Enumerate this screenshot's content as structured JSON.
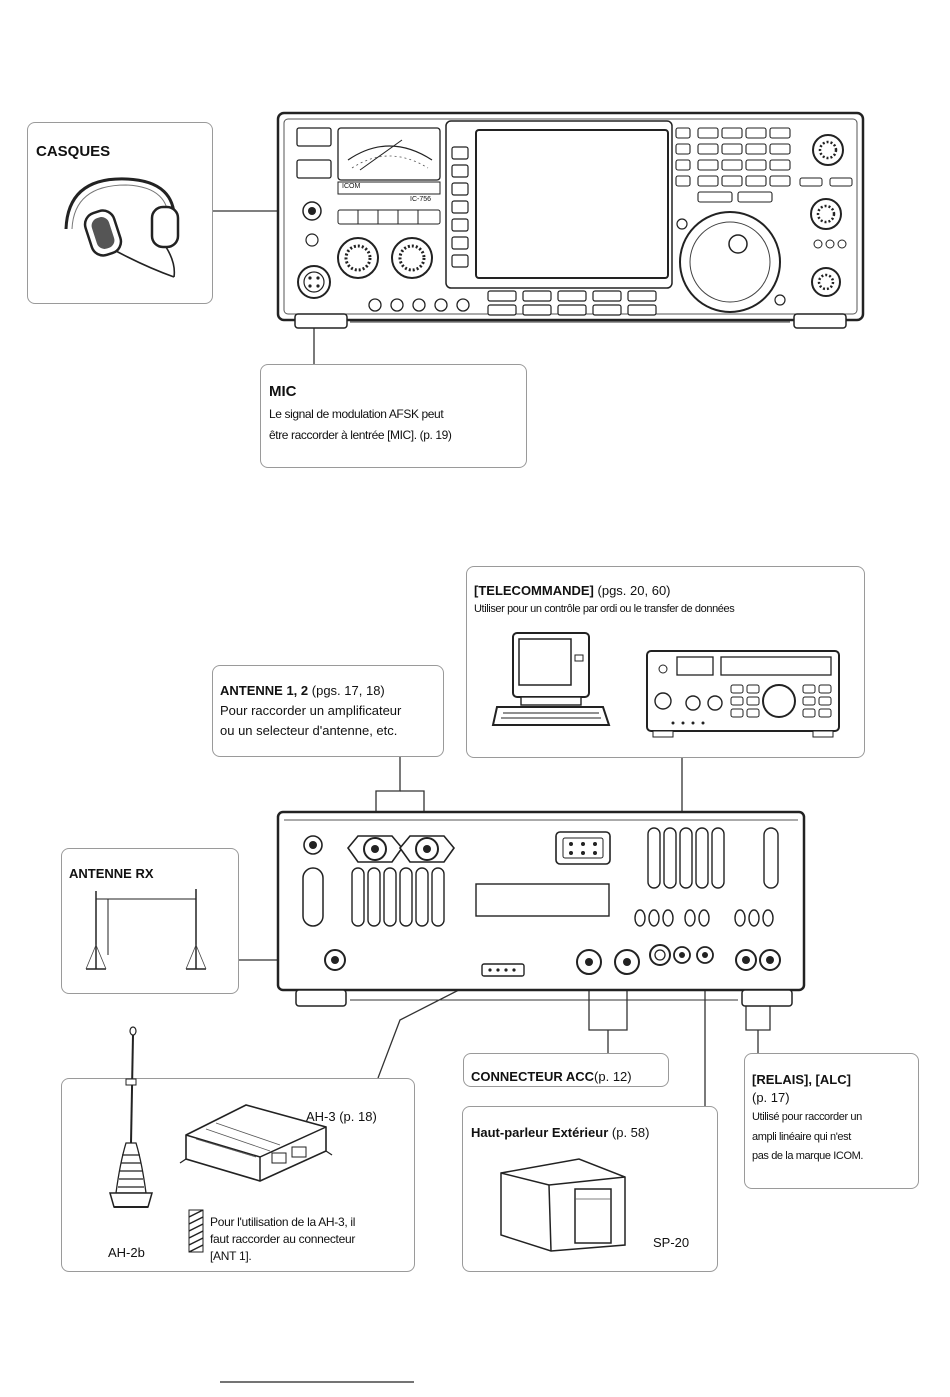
{
  "casques": {
    "title": "CASQUES"
  },
  "mic": {
    "title": "MIC",
    "line1": "Le signal de modulation AFSK peut",
    "line2": "être raccorder à lentrée [MIC]. (p. 19)"
  },
  "front_panel": {
    "brand": "ICOM",
    "model": "IC-756"
  },
  "telecommande": {
    "title": "[TELECOMMANDE]",
    "pages": "(pgs. 20, 60)",
    "desc": "Utiliser pour un contrôle par ordi ou le transfer de données"
  },
  "antenne12": {
    "title": "ANTENNE 1, 2",
    "pages": "(pgs. 17, 18)",
    "line1": "Pour raccorder un amplificateur",
    "line2": "ou un selecteur d'antenne, etc."
  },
  "antenne_rx": {
    "title": "ANTENNE RX"
  },
  "connecteur_acc": {
    "title": "CONNECTEUR ACC",
    "pages": "(p. 12)"
  },
  "haut_parleur": {
    "title": "Haut-parleur Extérieur",
    "pages": "(p. 58)",
    "model": "SP-20"
  },
  "relais": {
    "title": "[RELAIS], [ALC]",
    "pages": "(p. 17)",
    "line1": "Utilisé pour raccorder un",
    "line2": "ampli linéaire qui n'est",
    "line3": "pas de la marque ICOM."
  },
  "antennas": {
    "ah3": "AH-3 (p. 18)",
    "ah2b": "AH-2b",
    "note1": "Pour l'utilisation de la AH-3, il",
    "note2": "faut raccorder au connecteur",
    "note3": "[ANT 1]."
  }
}
